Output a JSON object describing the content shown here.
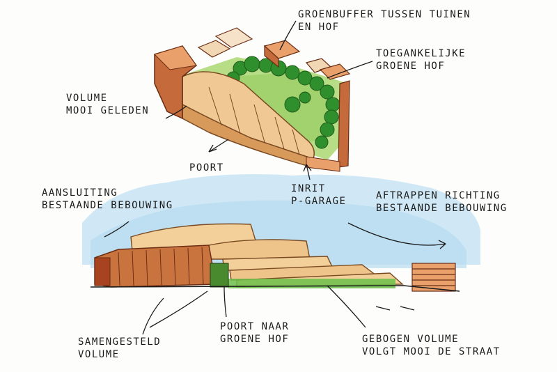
{
  "annotations": {
    "groenbuffer": {
      "line1": "Groenbuffer tussen tuinen",
      "line2": "en hof"
    },
    "hof": {
      "line1": "Toegankelijke",
      "line2": "groene hof"
    },
    "volume_top": {
      "line1": "Volume",
      "line2": "mooi geleden"
    },
    "poort_top": {
      "line1": "Poort"
    },
    "inrit": {
      "line1": "Inrit",
      "line2": "P-garage"
    },
    "aansluiting": {
      "line1": "Aansluiting",
      "line2": "bestaande bebouwing"
    },
    "aftrappen": {
      "line1": "Aftrappen richting",
      "line2": "bestaande bebouwing"
    },
    "samengesteld": {
      "line1": "Samengesteld",
      "line2": "volume"
    },
    "poort_hof": {
      "line1": "Poort naar",
      "line2": "groene hof"
    },
    "gebogen": {
      "line1": "Gebogen volume",
      "line2": "volgt mooi de straat"
    }
  },
  "colors": {
    "ink": "#1a1a1a",
    "wood": "#e8b57a",
    "wood_dark": "#c9854a",
    "brick": "#b5502a",
    "green": "#3fa035",
    "green_light": "#a8d67a",
    "sky": "#bfe0f2"
  }
}
